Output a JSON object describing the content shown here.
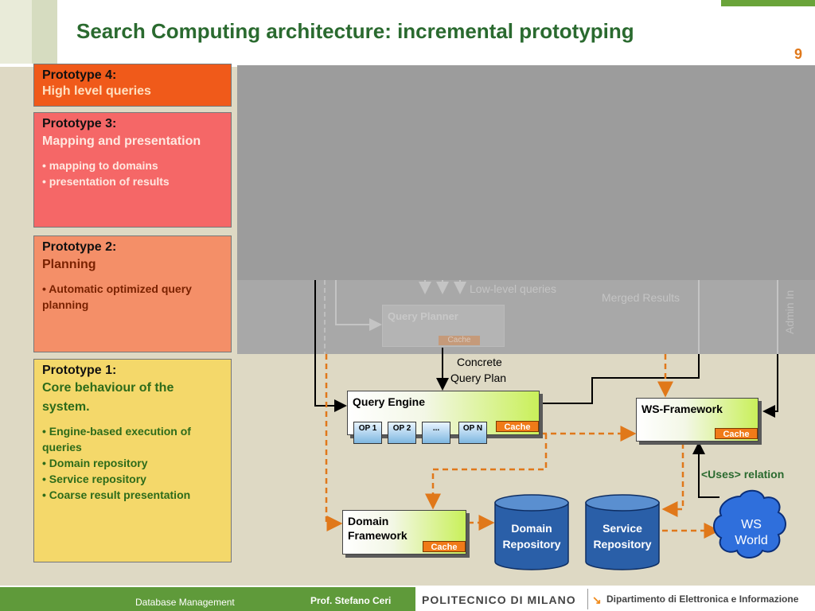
{
  "slide": {
    "title": "Search Computing architecture: incremental prototyping",
    "page_number": "9"
  },
  "prototypes": [
    {
      "heading": "Prototype 4:",
      "subtitle": "High level queries",
      "bullets": []
    },
    {
      "heading": "Prototype 3:",
      "subtitle": "Mapping and presentation",
      "bullets": [
        "• mapping to domains",
        "• presentation of results"
      ]
    },
    {
      "heading": "Prototype 2:",
      "subtitle": "Planning",
      "bullets": [
        "• Automatic optimized query planning"
      ]
    },
    {
      "heading": "Prototype 1:",
      "subtitle": "Core behaviour of the system.",
      "bullets": [
        "• Engine-based execution of queries",
        "• Domain repository",
        "• Service repository",
        "• Coarse result presentation"
      ]
    }
  ],
  "faded": {
    "low_level_queries": "Low-level queries",
    "merged_results": "Merged Results",
    "admin": "Admin In",
    "query_planner": "Query Planner",
    "planner_cache": "Cache"
  },
  "diagram": {
    "concrete_query_plan": [
      "Concrete",
      "Query Plan"
    ],
    "query_engine": {
      "label": "Query Engine",
      "cache": "Cache",
      "ops": [
        "OP 1",
        "OP 2",
        "...",
        "OP N"
      ]
    },
    "ws_framework": {
      "label": "WS-Framework",
      "cache": "Cache"
    },
    "domain_framework": {
      "label_lines": [
        "Domain",
        "Framework"
      ],
      "cache": "Cache"
    },
    "domain_repository": [
      "Domain",
      "Repository"
    ],
    "service_repository": [
      "Service",
      "Repository"
    ],
    "ws_world": [
      "WS",
      "World"
    ],
    "uses_relation": "<Uses> relation"
  },
  "colors": {
    "title_green": "#2a6a2f",
    "cache_orange": "#f07a18",
    "cylinder_blue": "#2a5fa8",
    "dashed_orange": "#e0781a"
  },
  "footer": {
    "course": "Database Management",
    "author": "Prof. Stefano Ceri",
    "university": "POLITECNICO DI MILANO",
    "department": "Dipartimento di Elettronica e Informazione"
  }
}
